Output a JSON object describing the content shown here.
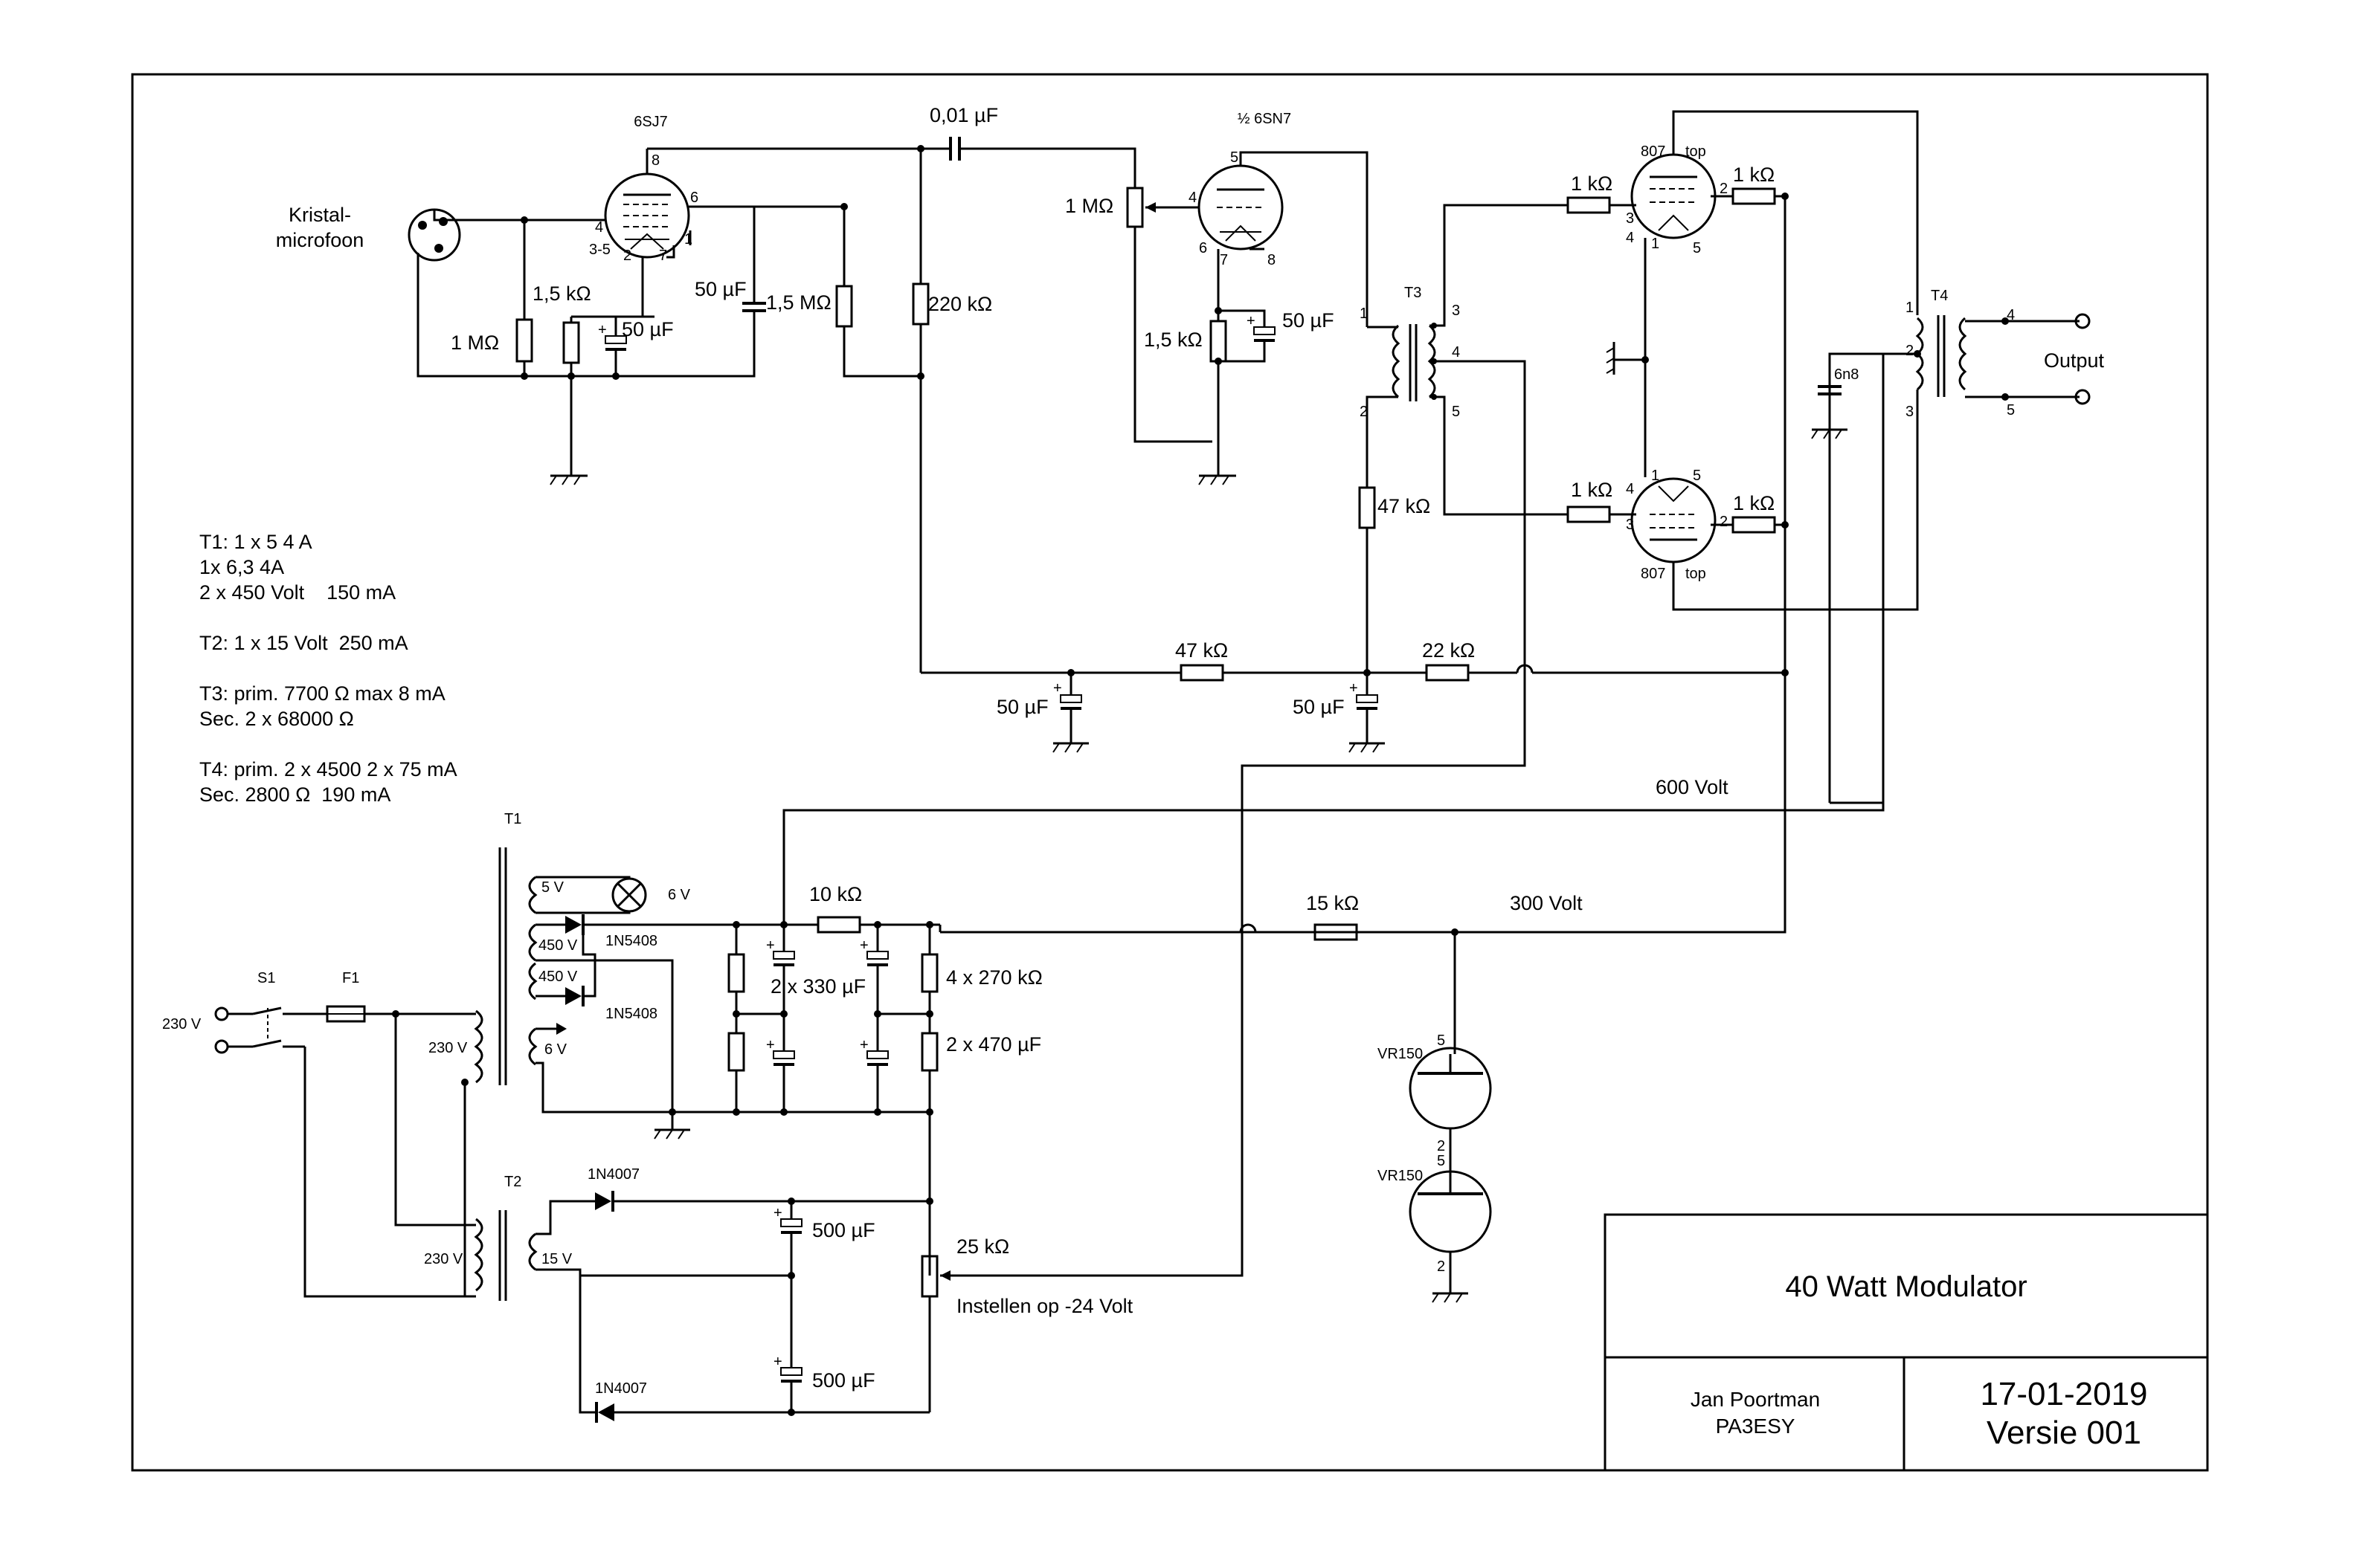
{
  "title_block": {
    "title": "40 Watt Modulator",
    "author": "Jan Poortman",
    "callsign": "PA3ESY",
    "date": "17-01-2019",
    "version": "Versie 001"
  },
  "notes": [
    "T1: 1 x 5 4 A",
    "1x 6,3 4A",
    "2 x 450 Volt    150 mA",
    "T2: 1 x 15 Volt  250 mA",
    "T3: prim. 7700 Ω max 8 mA",
    "Sec. 2 x 68000 Ω",
    "T4: prim. 2 x 4500 2 x 75 mA",
    "Sec. 2800 Ω  190 mA"
  ],
  "tubes": {
    "v1": "6SJ7",
    "v2": "½ 6SN7",
    "v3": "807",
    "v4": "807",
    "vr1": "VR150",
    "vr2": "VR150",
    "top": "top"
  },
  "labels": {
    "mic": [
      "Kristal-",
      "microfoon"
    ],
    "r_grid": "1 MΩ",
    "r_cath1": "1,5 kΩ",
    "c_cath1": "50 µF",
    "c_scr": "50 µF",
    "r_scr": "1,5 MΩ",
    "r_plate1": "220 kΩ",
    "c_coup": "0,01 µF",
    "pot_vol": "1 MΩ",
    "r_cath2": "1,5 kΩ",
    "c_cath2": "50 µF",
    "r_47k_v": "47 kΩ",
    "r_47k_h": "47 kΩ",
    "r_22k": "22 kΩ",
    "c_f1": "50 µF",
    "c_f2": "50 µF",
    "r_g_top": "1 kΩ",
    "r_s_top": "1 kΩ",
    "r_g_bot": "1 kΩ",
    "r_s_bot": "1 kΩ",
    "c_6n8": "6n8",
    "output": "Output",
    "v600": "600 Volt",
    "v300": "300 Volt",
    "r_10k": "10 kΩ",
    "r_15k": "15 kΩ",
    "c_330": "2 x 330 µF",
    "r_270": "4 x 270 kΩ",
    "c_470": "2 x 470 µF",
    "c_500a": "500 µF",
    "c_500b": "500 µF",
    "pot_25k": "25 kΩ",
    "adjust": "Instellen op -24 Volt",
    "d1": "1N5408",
    "d2": "1N5408",
    "d3": "1N4007",
    "d4": "1N4007",
    "t1": "T1",
    "t2": "T2",
    "t3": "T3",
    "t4": "T4",
    "s1": "S1",
    "f1": "F1",
    "mains": "230 V",
    "t1_prim": "230 V",
    "t2_prim": "230 V",
    "t1_5v": "5 V",
    "t1_450a": "450 V",
    "t1_450b": "450 V",
    "t1_6v": "6 V",
    "lamp_6v": "6 V",
    "t2_15v": "15 V"
  }
}
